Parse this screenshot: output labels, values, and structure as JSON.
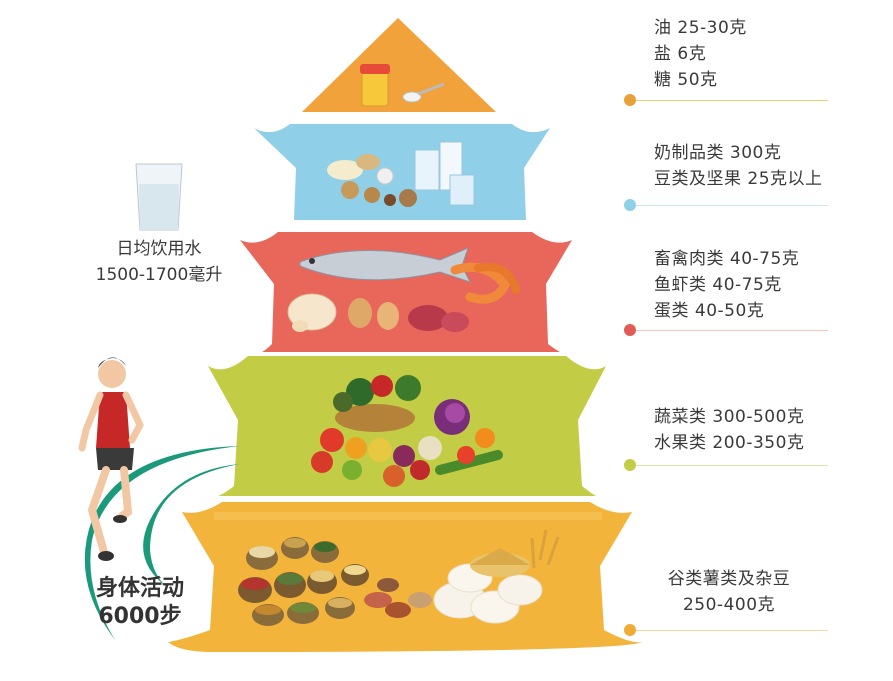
{
  "tiers": [
    {
      "id": "oil-salt-sugar",
      "lines": [
        "油 25-30克",
        "盐 6克",
        "糖 50克"
      ],
      "color": "#f2a23a",
      "dot_color": "#e8a03a"
    },
    {
      "id": "dairy-beans",
      "lines": [
        "奶制品类 300克",
        "豆类及坚果 25克以上"
      ],
      "color": "#8fd0e8",
      "dot_color": "#8fd0e8"
    },
    {
      "id": "meat-fish-egg",
      "lines": [
        "畜禽肉类 40-75克",
        "鱼虾类 40-75克",
        "蛋类 40-50克"
      ],
      "color": "#e8665a",
      "dot_color": "#e25b55"
    },
    {
      "id": "veg-fruit",
      "lines": [
        "蔬菜类 300-500克",
        "水果类 200-350克"
      ],
      "color": "#c2cc44",
      "dot_color": "#c2cc44"
    },
    {
      "id": "grains",
      "lines": [
        "谷类薯类及杂豆",
        "250-400克"
      ],
      "color": "#f3b43c",
      "dot_color": "#f0ab35"
    }
  ],
  "water": {
    "line1": "日均饮用水",
    "line2": "1500-1700毫升"
  },
  "activity": {
    "line1": "身体活动",
    "line2": "6000步"
  },
  "icons": [
    "oil-jug-icon",
    "salt-spoon-icon",
    "dairy-icon",
    "fish-icon",
    "chicken-icon",
    "egg-icon",
    "shrimp-icon",
    "meat-icon",
    "fruit-basket-icon",
    "vegetables-icon",
    "grains-sacks-icon",
    "buns-icon",
    "water-glass-icon",
    "runner-icon"
  ]
}
